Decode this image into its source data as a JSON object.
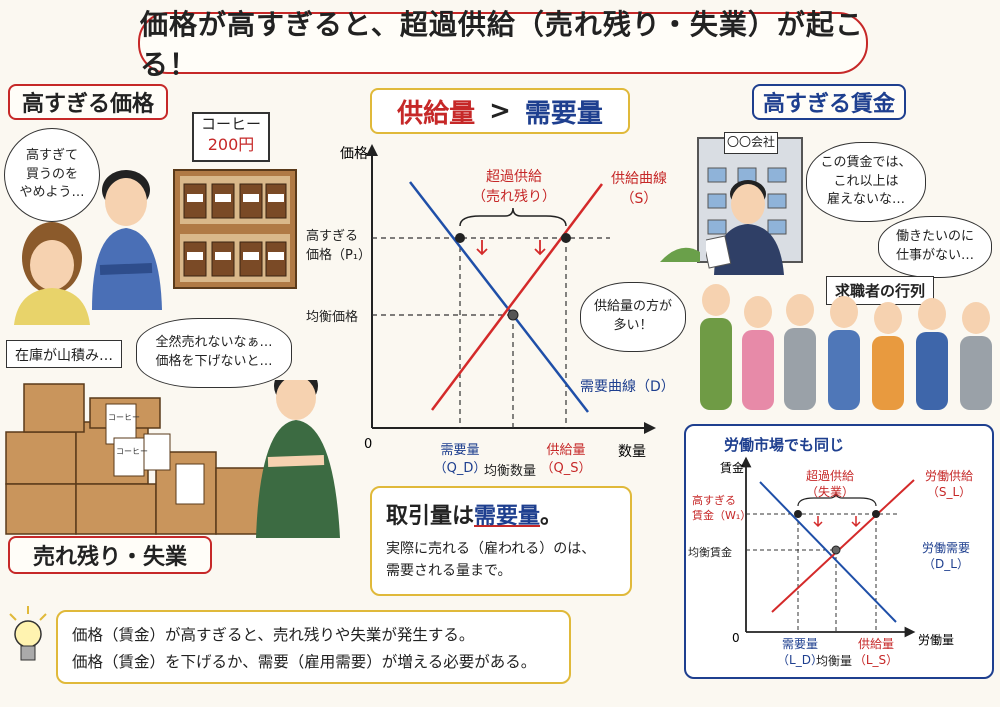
{
  "title": "価格が高すぎると、超過供給（売れ残り・失業）が起こる！",
  "left": {
    "top_label": "高すぎる価格",
    "bubble_customer": "高すぎて\n買うのを\nやめよう…",
    "sign_title": "コーヒー",
    "sign_price": "200円",
    "stock_label": "在庫が山積み…",
    "bubble_clerk": "全然売れないなぁ…\n価格を下げないと…",
    "product_label": "コーヒー",
    "bottom_label": "売れ残り・失業"
  },
  "center": {
    "heading_left": "供給量",
    "heading_op": ">",
    "heading_right": "需要量",
    "y_axis": "価格",
    "x_axis": "数量",
    "origin": "0",
    "high_price": "高すぎる\n価格（P₁）",
    "eq_price": "均衡価格",
    "excess": "超過供給\n（売れ残り）",
    "supply_curve": "供給曲線\n（S）",
    "demand_curve": "需要曲線（D）",
    "qd": "需要量\n（Q_D）",
    "qs": "供給量\n（Q_S）",
    "eq_qty": "均衡数量",
    "bubble": "供給量の方が\n多い！",
    "info_title_a": "取引量は",
    "info_title_b": "需要量",
    "info_title_c": "。",
    "info_body": "実際に売れる（雇われる）のは、\n需要される量まで。"
  },
  "right": {
    "top_label": "高すぎる賃金",
    "company": "〇〇会社",
    "bubble_manager": "この賃金では、\nこれ以上は\n雇えないな…",
    "bubble_seekers": "働きたいのに\n仕事がない…",
    "queue_label": "求職者の行列",
    "chart_title": "労働市場でも同じ",
    "y_axis": "賃金",
    "x_axis": "労働量",
    "origin": "0",
    "high_wage": "高すぎる\n賃金（W₁）",
    "eq_wage": "均衡賃金",
    "excess": "超過供給\n（失業）",
    "supply_curve": "労働供給\n（S_L）",
    "demand_curve": "労働需要\n（D_L）",
    "ld": "需要量\n（L_D）",
    "ls": "供給量\n（L_S）",
    "eq_qty": "均衡量"
  },
  "bottom_note": {
    "line1": "価格（賃金）が高すぎると、売れ残りや失業が発生する。",
    "line2": "価格（賃金）を下げるか、需要（雇用需要）が増える必要がある。"
  },
  "colors": {
    "supply": "#d42a2a",
    "demand": "#1f4fa8",
    "accent": "#c62828",
    "note_border": "#e0b93a"
  }
}
